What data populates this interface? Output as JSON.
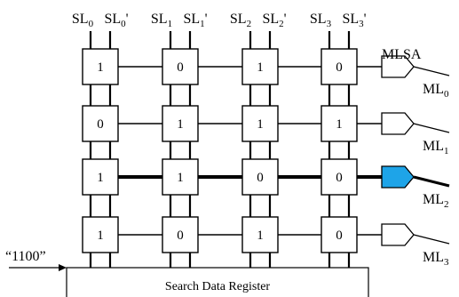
{
  "colors": {
    "line": "#000000",
    "sense_amp_match": "#1ea4e8",
    "background": "#ffffff"
  },
  "search_lines": [
    {
      "base": "SL",
      "sub": "0",
      "prime": ""
    },
    {
      "base": "SL",
      "sub": "0",
      "prime": "'"
    },
    {
      "base": "SL",
      "sub": "1",
      "prime": ""
    },
    {
      "base": "SL",
      "sub": "1",
      "prime": "'"
    },
    {
      "base": "SL",
      "sub": "2",
      "prime": ""
    },
    {
      "base": "SL",
      "sub": "2",
      "prime": "'"
    },
    {
      "base": "SL",
      "sub": "3",
      "prime": ""
    },
    {
      "base": "SL",
      "sub": "3",
      "prime": "'"
    }
  ],
  "cells": [
    [
      "1",
      "0",
      "1",
      "0"
    ],
    [
      "0",
      "1",
      "1",
      "1"
    ],
    [
      "1",
      "1",
      "0",
      "0"
    ],
    [
      "1",
      "0",
      "1",
      "0"
    ]
  ],
  "match_lines": [
    {
      "base": "ML",
      "sub": "0",
      "matched": false
    },
    {
      "base": "ML",
      "sub": "1",
      "matched": false
    },
    {
      "base": "ML",
      "sub": "2",
      "matched": true
    },
    {
      "base": "ML",
      "sub": "3",
      "matched": false
    }
  ],
  "sense_amp_label": "MLSA",
  "search_data": {
    "value": "“1100”",
    "register_label": "Search Data Register"
  }
}
